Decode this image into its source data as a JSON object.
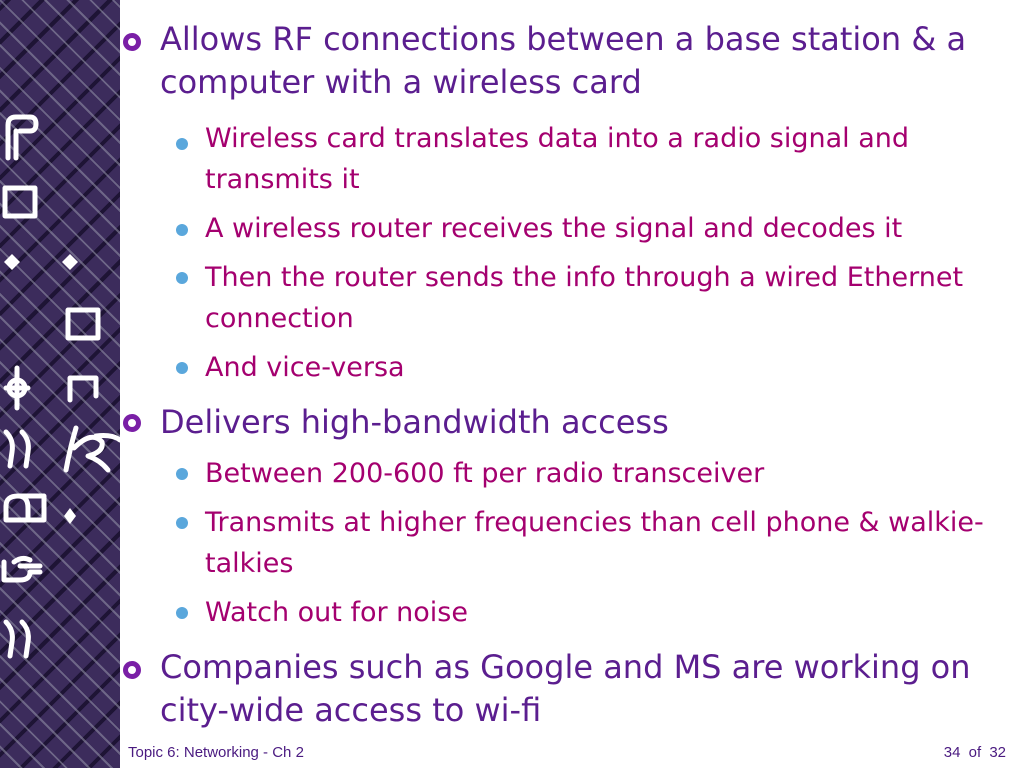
{
  "slide": {
    "bullets": [
      {
        "text": "Allows RF connections between a base station & a computer with a wireless card",
        "sub": [
          "Wireless card translates data into a radio signal and transmits it",
          "A wireless router receives the signal and decodes it",
          "Then the router sends the info through a wired Ethernet connection",
          "And vice-versa"
        ]
      },
      {
        "text": "Delivers high-bandwidth access",
        "sub": [
          "Between 200-600 ft per radio transceiver",
          "Transmits at higher frequencies than cell phone & walkie-talkies",
          "Watch out for noise"
        ]
      },
      {
        "text": "Companies such as Google and MS are working on city-wide access to wi-fi",
        "sub": []
      }
    ]
  },
  "footer": {
    "left": "Topic 6: Networking - Ch 2",
    "page_current": "34",
    "page_of": "of",
    "page_total": "32"
  },
  "colors": {
    "level1_text": "#5b1e8f",
    "level2_text": "#a4006f",
    "level1_bullet": "#7a1fa6",
    "level2_bullet": "#5aa7dc",
    "sidebar_bg": "#3c2c5c",
    "glyph_color": "#ffffff"
  },
  "sidebar_glyphs": [
    "hand-icon",
    "square-icon",
    "diamond-icon",
    "diamond-icon",
    "square-icon",
    "cross-icon",
    "corner-icon",
    "bars-icon",
    "script-k-icon",
    "mailbox-icon",
    "diamond-icon",
    "pointing-hand-icon",
    "bars-icon"
  ]
}
